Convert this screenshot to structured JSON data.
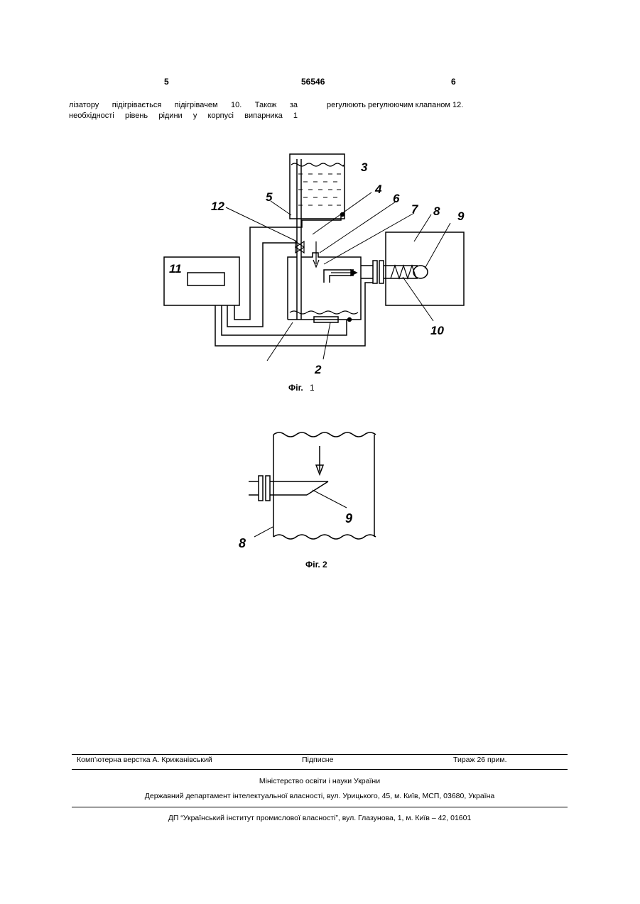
{
  "header": {
    "page_left": "5",
    "patent_number": "56546",
    "page_right": "6"
  },
  "text": {
    "left_line1": "лізатору підігрівається підігрівачем 10. Також за",
    "left_line2": "необхідності рівень рідини у корпусі випарника 1",
    "right_line1": "регулюють регулюючим клапаном 12."
  },
  "figure1": {
    "caption_prefix": "Фіг.",
    "caption_number": "1",
    "labels": {
      "l2": "2",
      "l3": "3",
      "l4": "4",
      "l5": "5",
      "l6": "6",
      "l7": "7",
      "l8": "8",
      "l9": "9",
      "l10": "10",
      "l11": "11",
      "l12": "12"
    }
  },
  "figure2": {
    "caption": "Фіг. 2",
    "labels": {
      "l8": "8",
      "l9": "9"
    }
  },
  "footer": {
    "typesetter": "Комп’ютерна верстка А. Крижанівський",
    "signed": "Підписне",
    "circulation": "Тираж 26 прим.",
    "ministry": "Міністерство освіти і науки України",
    "department": "Державний департамент інтелектуальної власності, вул. Урицького, 45, м. Київ, МСП, 03680, Україна",
    "institute": "ДП “Український інститут промислової власності”, вул. Глазунова, 1, м. Київ – 42, 01601"
  }
}
